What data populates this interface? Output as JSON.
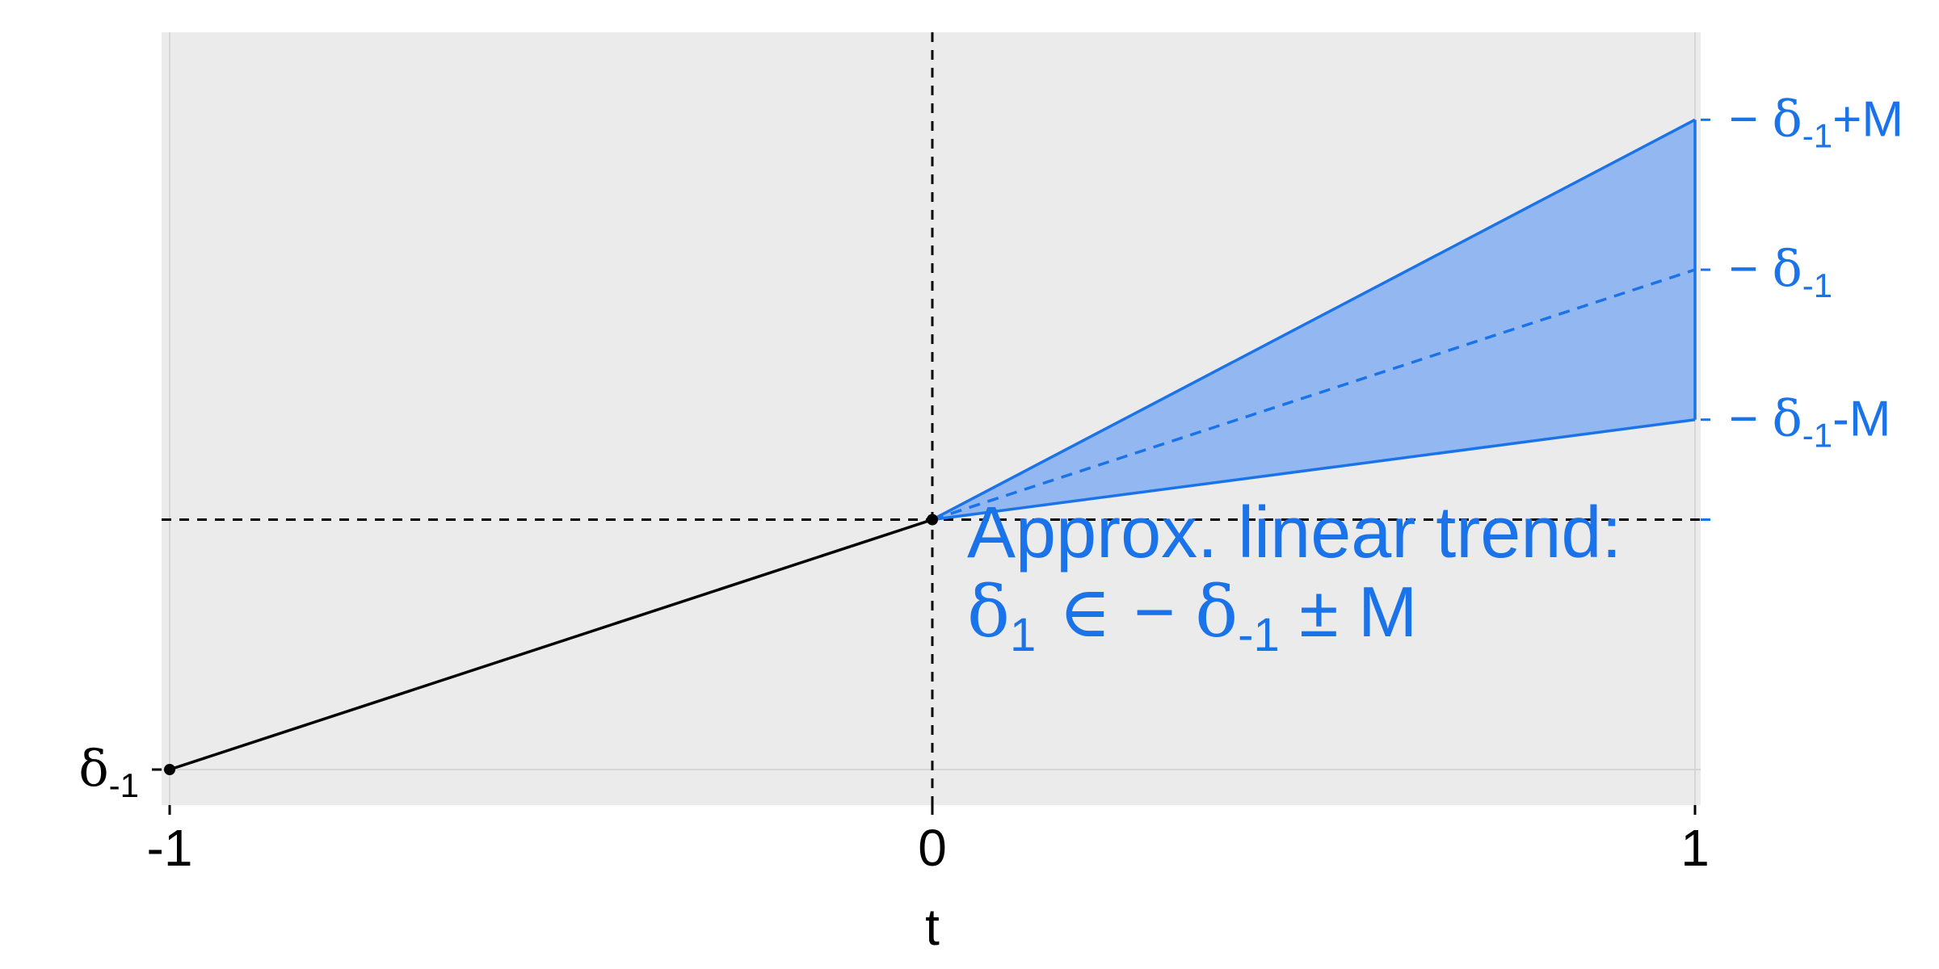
{
  "chart_data": {
    "type": "line",
    "x_axis": {
      "label": "t",
      "ticks": [
        {
          "value": -1,
          "label": "-1"
        },
        {
          "value": 0,
          "label": "0"
        },
        {
          "value": 1,
          "label": "1"
        }
      ],
      "range": [
        -1.0,
        1.0
      ]
    },
    "y_axis_left": {
      "ticks": [
        {
          "value": -1,
          "label_base": "δ",
          "label_sub": "-1",
          "label_suffix": ""
        }
      ]
    },
    "y_axis_right": {
      "ticks": [
        {
          "value": 1.6,
          "prefix": "−",
          "label_base": "δ",
          "label_sub": "-1",
          "label_suffix": "+M"
        },
        {
          "value": 1.0,
          "prefix": "−",
          "label_base": "δ",
          "label_sub": "-1",
          "label_suffix": ""
        },
        {
          "value": 0.4,
          "prefix": "−",
          "label_base": "δ",
          "label_sub": "-1",
          "label_suffix": "-M"
        },
        {
          "value": 0.0,
          "prefix": "",
          "label_base": "",
          "label_sub": "",
          "label_suffix": ""
        }
      ]
    },
    "y_range": [
      -1.0,
      1.95
    ],
    "reference_lines": {
      "vertical_x": 0,
      "horizontal_y": 0
    },
    "pre_period_series": {
      "points": [
        {
          "x": -1,
          "y": -1
        },
        {
          "x": 0,
          "y": 0
        }
      ]
    },
    "post_period_band": {
      "x": [
        0,
        1
      ],
      "upper": [
        0,
        1.6
      ],
      "center": [
        0,
        1.0
      ],
      "lower": [
        0,
        0.4
      ]
    },
    "annotation": {
      "line1": "Approx. linear trend:",
      "line2_parts": {
        "d": "δ",
        "sub1": "1",
        "elem": " ∈ ",
        "minus": "−",
        "d2": "δ",
        "sub2": "-1",
        "pm": "±",
        "M": "M"
      }
    },
    "colors": {
      "accent": "#1a73e8",
      "band_fill": "#93b8f1",
      "panel_bg": "#ebebeb",
      "grid": "#d6d6d6",
      "line": "#000000"
    },
    "grid": true
  }
}
